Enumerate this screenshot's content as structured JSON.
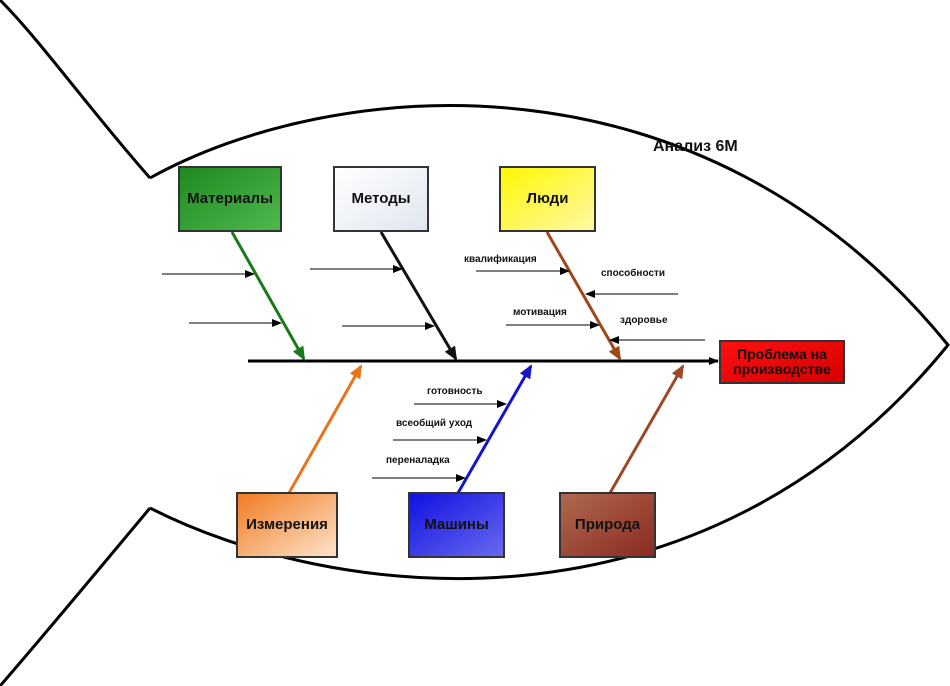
{
  "title": "Анализ 6М",
  "problem": "Проблема на производстве",
  "categories": {
    "materials": "Материалы",
    "methods": "Методы",
    "people": "Люди",
    "measurements": "Измерения",
    "machines": "Машины",
    "nature": "Природа"
  },
  "causes": {
    "people": [
      "квалификация",
      "способности",
      "мотивация",
      "здоровье"
    ],
    "machines": [
      "готовность",
      "всеобщий уход",
      "переналадка"
    ]
  },
  "colors": {
    "materials": "#1a7a1a",
    "methods": "#111111",
    "people": "#a0461a",
    "measurements": "#e8741c",
    "machines": "#1414c8",
    "nature": "#9a4a28",
    "problem": "#e00000",
    "spine": "#000000"
  }
}
